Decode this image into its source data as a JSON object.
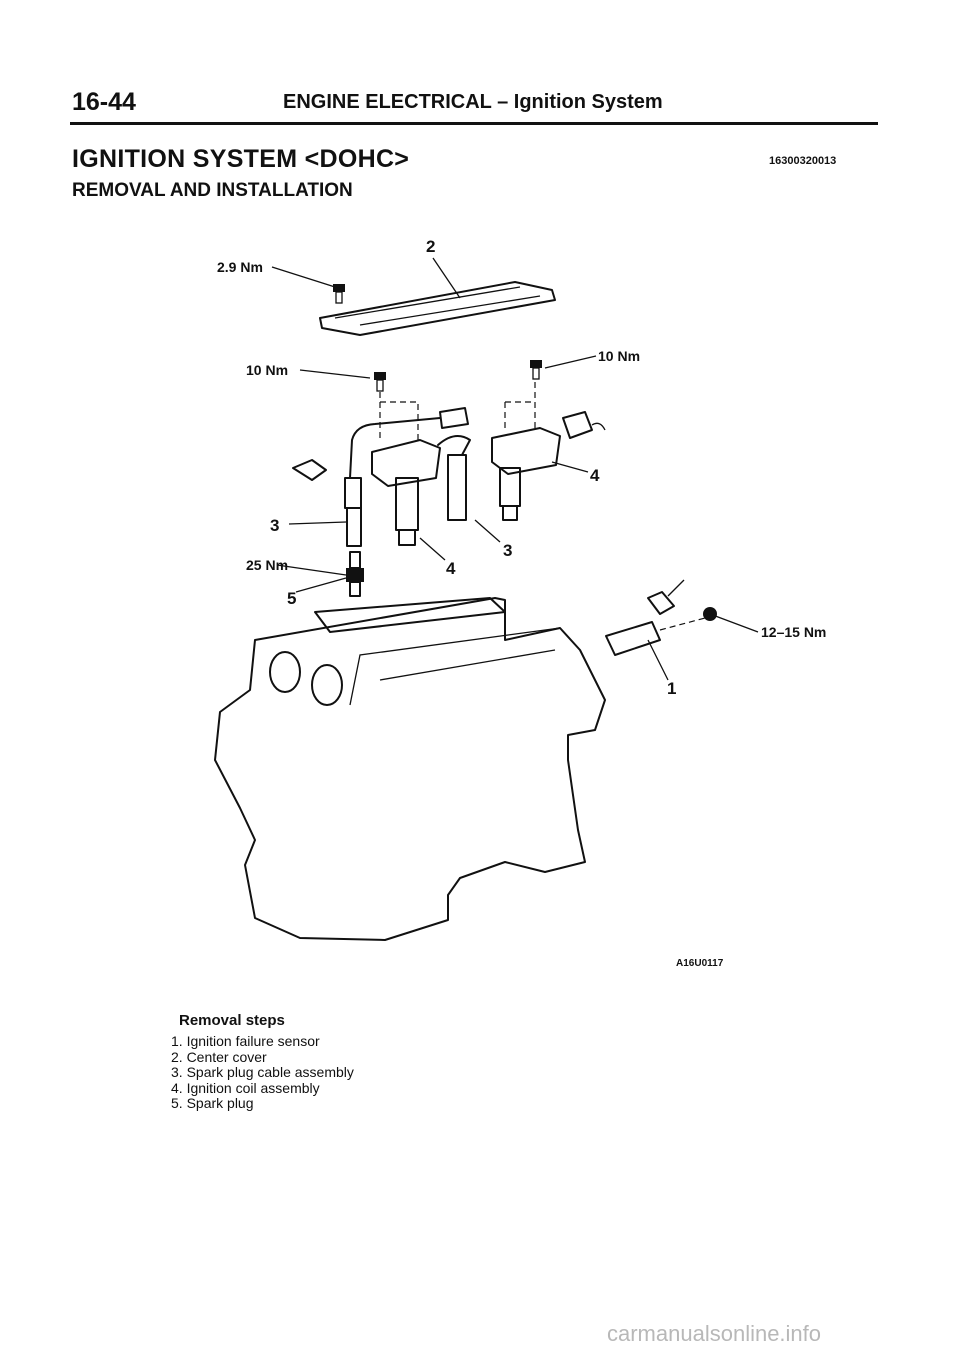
{
  "header": {
    "page_number": "16-44",
    "section": "ENGINE ELECTRICAL – Ignition System"
  },
  "title": "IGNITION SYSTEM <DOHC>",
  "doc_code": "16300320013",
  "subtitle": "REMOVAL AND INSTALLATION",
  "diagram": {
    "labels": {
      "torque_cover_bolt": "2.9 Nm",
      "torque_coil_left": "10 Nm",
      "torque_coil_right": "10 Nm",
      "torque_spark_plug": "25 Nm",
      "torque_sensor": "12–15 Nm",
      "callout_2": "2",
      "callout_4_right": "4",
      "callout_3_left": "3",
      "callout_4_bottom": "4",
      "callout_3_bottom": "3",
      "callout_5": "5",
      "callout_1": "1"
    },
    "figure_code": "A16U0117"
  },
  "removal_steps": {
    "title": "Removal steps",
    "items": [
      "1. Ignition failure sensor",
      "2. Center cover",
      "3. Spark plug cable assembly",
      "4. Ignition coil assembly",
      "5. Spark plug"
    ]
  },
  "watermark": "carmanualsonline.info"
}
